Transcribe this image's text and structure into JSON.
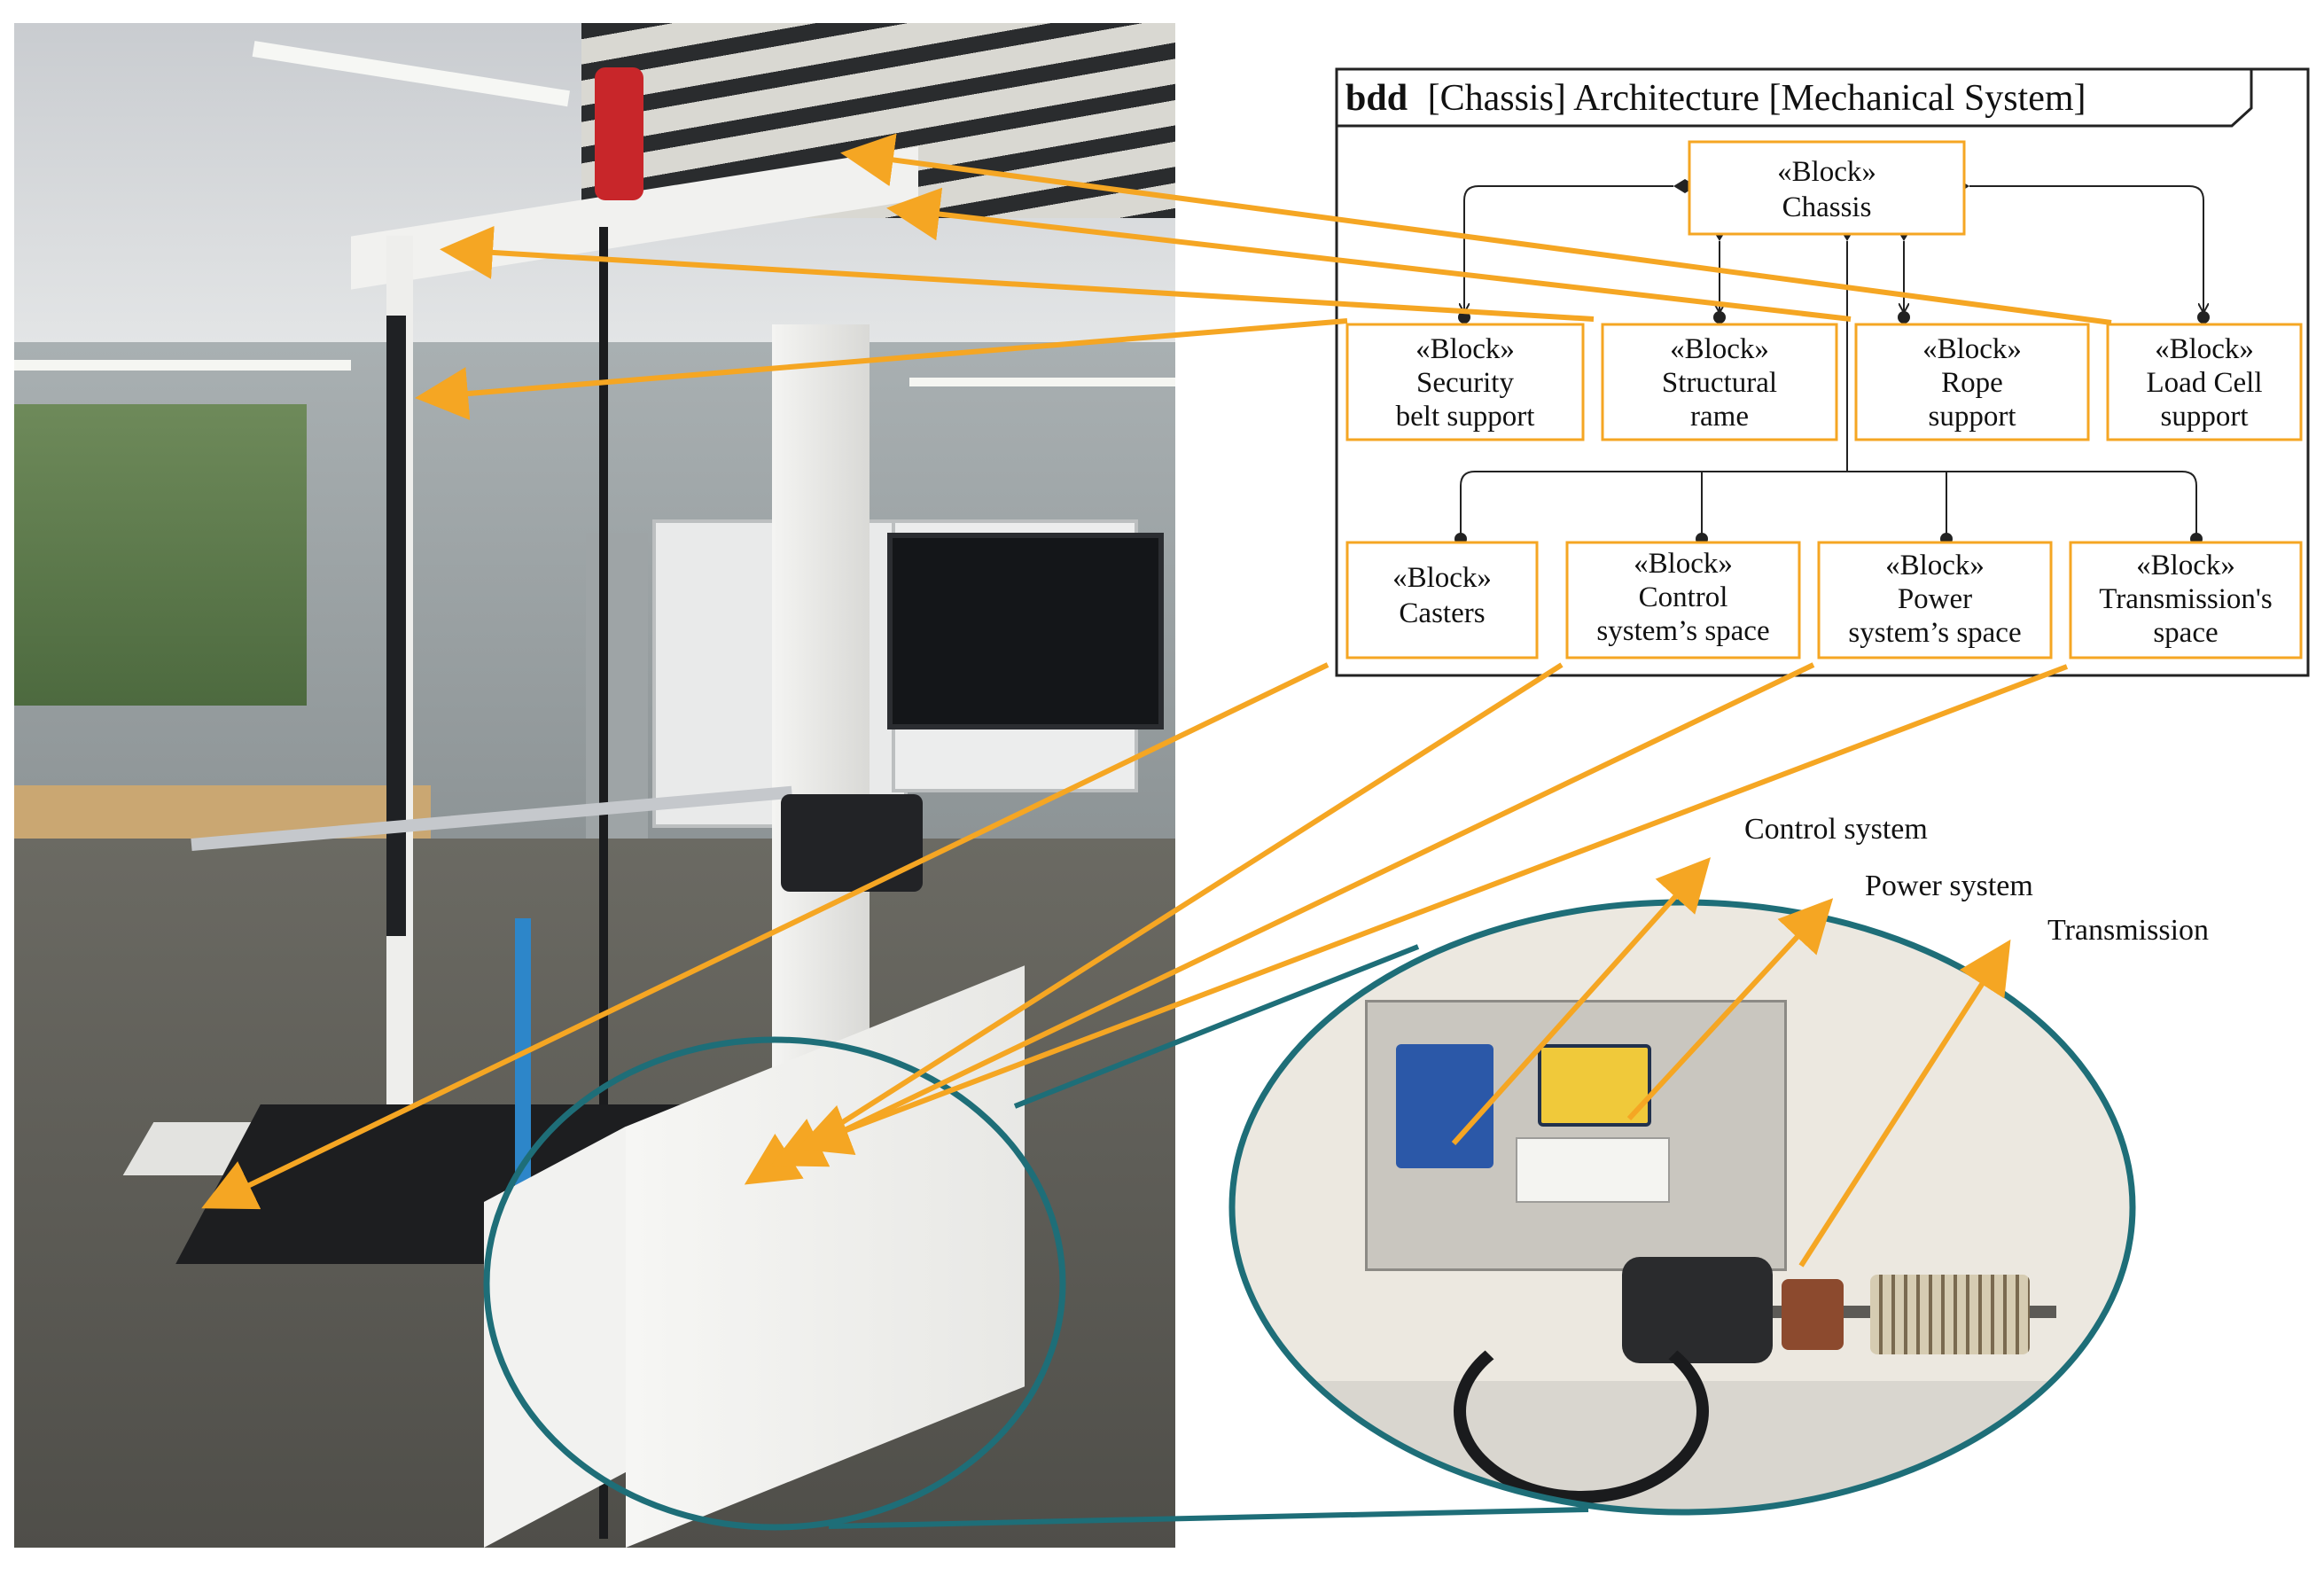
{
  "frame": {
    "keyword": "bdd",
    "title": "[Chassis] Architecture [Mechanical System]"
  },
  "blocks": {
    "chassis": {
      "stereotype": "«Block»",
      "lines": [
        "Chassis"
      ]
    },
    "security_belt_support": {
      "stereotype": "«Block»",
      "lines": [
        "Security",
        "belt support"
      ]
    },
    "structural_frame": {
      "stereotype": "«Block»",
      "lines": [
        "Structural",
        "rame"
      ]
    },
    "rope_support": {
      "stereotype": "«Block»",
      "lines": [
        "Rope",
        "support"
      ]
    },
    "load_cell_support": {
      "stereotype": "«Block»",
      "lines": [
        "Load Cell",
        "support"
      ]
    },
    "casters": {
      "stereotype": "«Block»",
      "lines": [
        "Casters"
      ]
    },
    "control_systems_space": {
      "stereotype": "«Block»",
      "lines": [
        "Control",
        "system’s space"
      ]
    },
    "power_systems_space": {
      "stereotype": "«Block»",
      "lines": [
        "Power",
        "system’s space"
      ]
    },
    "transmissions_space": {
      "stereotype": "«Block»",
      "lines": [
        "Transmission's",
        "space"
      ]
    }
  },
  "callouts": {
    "control_system": "Control system",
    "power_system": "Power system",
    "transmission": "Transmission"
  },
  "colors": {
    "block_border": "#F5A623",
    "arrow": "#F5A623",
    "zoom_outline": "#1E6E78",
    "frame_line": "#222222"
  }
}
